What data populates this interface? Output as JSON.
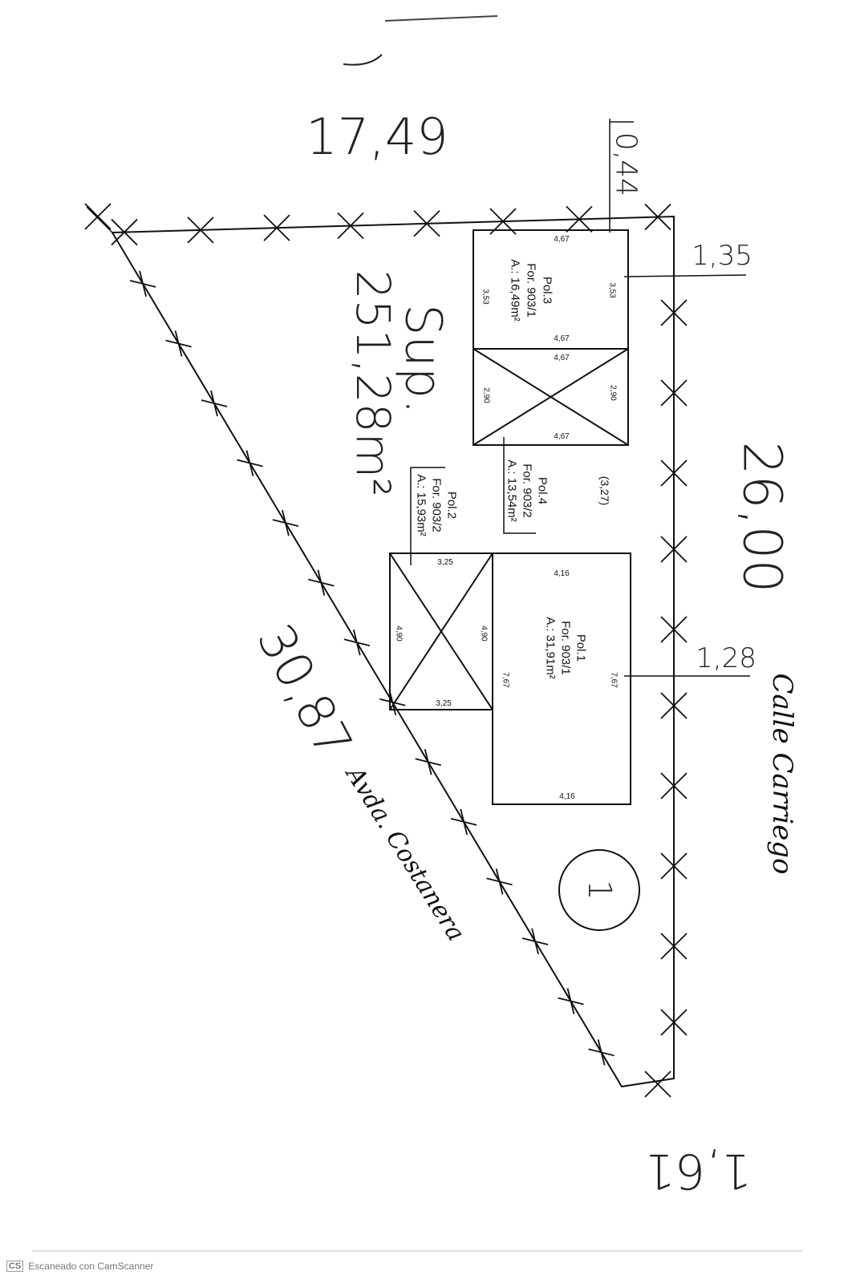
{
  "plan": {
    "boundary": {
      "top": "17,49",
      "right": "26,00",
      "diagonal": "30,87",
      "bottom": "1,61",
      "top_right_offset": "0,44",
      "right_offset_upper": "1,35",
      "right_offset_lower": "1,28"
    },
    "surface": {
      "label": "Sup.",
      "value": "251,28m²"
    },
    "pol3": {
      "title": "Pol.3",
      "for": "For. 903/1",
      "area": "A.: 16,49m²",
      "top": "4,67",
      "bottom": "4,67",
      "left": "3,53",
      "right": "3,53"
    },
    "pol4": {
      "title": "Pol.4",
      "for": "For. 903/2",
      "area": "A.: 13,54m²",
      "top": "4,67",
      "bottom": "4,67",
      "left": "2,90",
      "right": "2,90"
    },
    "pol2": {
      "title": "Pol.2",
      "for": "For. 903/2",
      "area": "A.: 15,93m²",
      "top": "3,25",
      "bottom": "3,25",
      "left": "4,90",
      "right": "4,90"
    },
    "pol1": {
      "title": "Pol.1",
      "for": "For. 903/1",
      "area": "A.: 31,91m²",
      "top": "4,16",
      "bottom": "4,16",
      "left": "7,67",
      "right": "7,67"
    },
    "gap": "(3,27)",
    "lot_number": "1",
    "street_right": "Calle Carriego",
    "street_diagonal": "Avda. Costanera"
  },
  "footer": {
    "badge": "CS",
    "text": "Escaneado con CamScanner"
  }
}
